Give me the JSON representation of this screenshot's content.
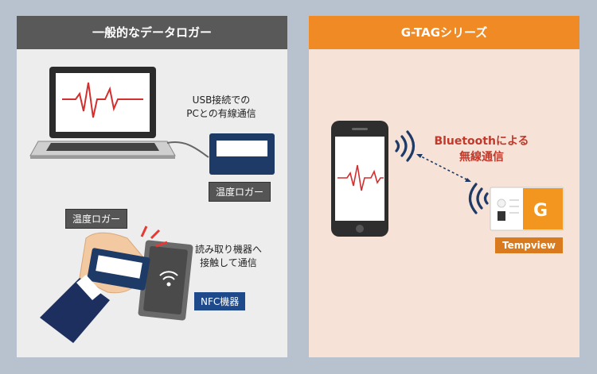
{
  "left": {
    "header": "一般的なデータロガー",
    "usb_text": [
      "USB接続での",
      "PCとの有線通信"
    ],
    "logger_label": "温度ロガー",
    "hand_logger_label": "温度ロガー",
    "reader_text": [
      "読み取り機器へ",
      "接触して通信"
    ],
    "nfc_label": "NFC機器"
  },
  "right": {
    "header": "G-TAGシリーズ",
    "bluetooth_text": [
      "Bluetoothによる",
      "無線通信"
    ],
    "tempview_label": "Tempview"
  },
  "colors": {
    "left_header": "#595959",
    "right_header": "#f08a25",
    "accent_blue": "#1e4a8c",
    "bt_red": "#c0392b"
  }
}
